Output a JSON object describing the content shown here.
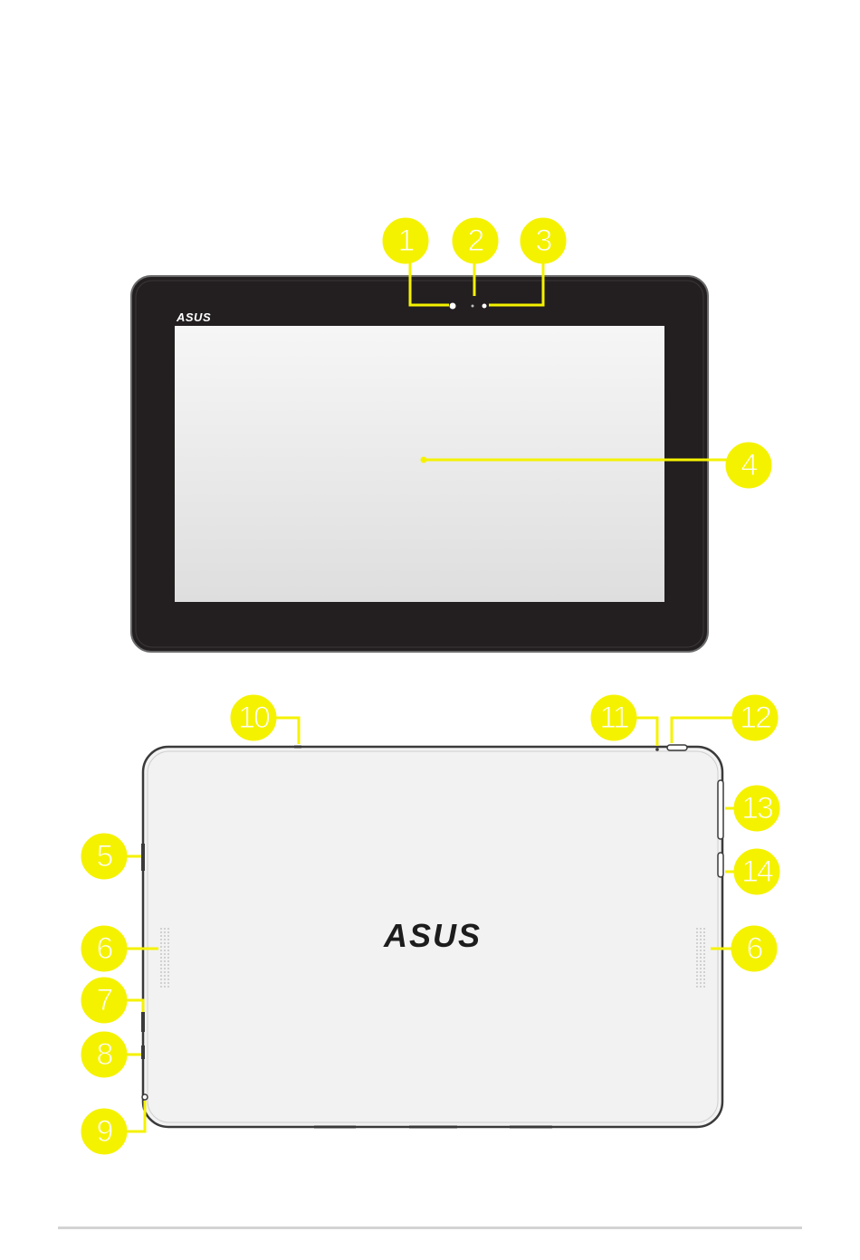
{
  "front_view": {
    "brand_logo": "ASUS"
  },
  "back_view": {
    "brand_logo": "ASUS"
  },
  "callouts": [
    {
      "id": "c1",
      "label": "1"
    },
    {
      "id": "c2",
      "label": "2"
    },
    {
      "id": "c3",
      "label": "3"
    },
    {
      "id": "c4",
      "label": "4"
    },
    {
      "id": "c5",
      "label": "5"
    },
    {
      "id": "c6a",
      "label": "6"
    },
    {
      "id": "c6b",
      "label": "6"
    },
    {
      "id": "c7",
      "label": "7"
    },
    {
      "id": "c8",
      "label": "8"
    },
    {
      "id": "c9",
      "label": "9"
    },
    {
      "id": "c10",
      "label": "10"
    },
    {
      "id": "c11",
      "label": "11"
    },
    {
      "id": "c12",
      "label": "12"
    },
    {
      "id": "c13",
      "label": "13"
    },
    {
      "id": "c14",
      "label": "14"
    }
  ],
  "colors": {
    "callout_fill": "#f5f200",
    "bezel": "#231f20",
    "back_body": "#f2f2f2",
    "footer_rule": "#d3d3d3"
  }
}
